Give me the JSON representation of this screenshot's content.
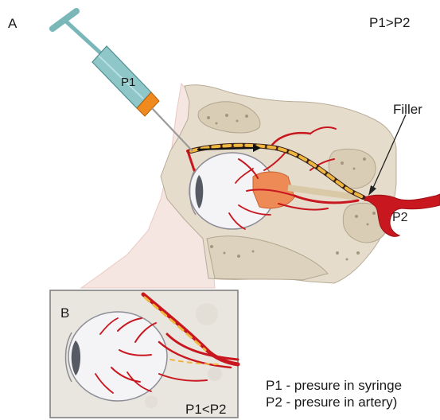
{
  "panel_a": {
    "label": "A",
    "condition": "P1>P2",
    "syringe_label": "P1",
    "filler_label": "Filler",
    "artery_label": "P2"
  },
  "panel_b": {
    "label": "B",
    "condition": "P1<P2"
  },
  "legend": {
    "line1": "P1 - presure in syringe",
    "line2": "P2 - presure in artery)"
  },
  "colors": {
    "bone": "#e6dccb",
    "skin": "#f3dfdb",
    "artery": "#c8171f",
    "filler": "#f0b640",
    "syringe_barrel": "#8fc7c9",
    "syringe_hub": "#f08a1e",
    "inset_bg": "#e9e6df"
  }
}
